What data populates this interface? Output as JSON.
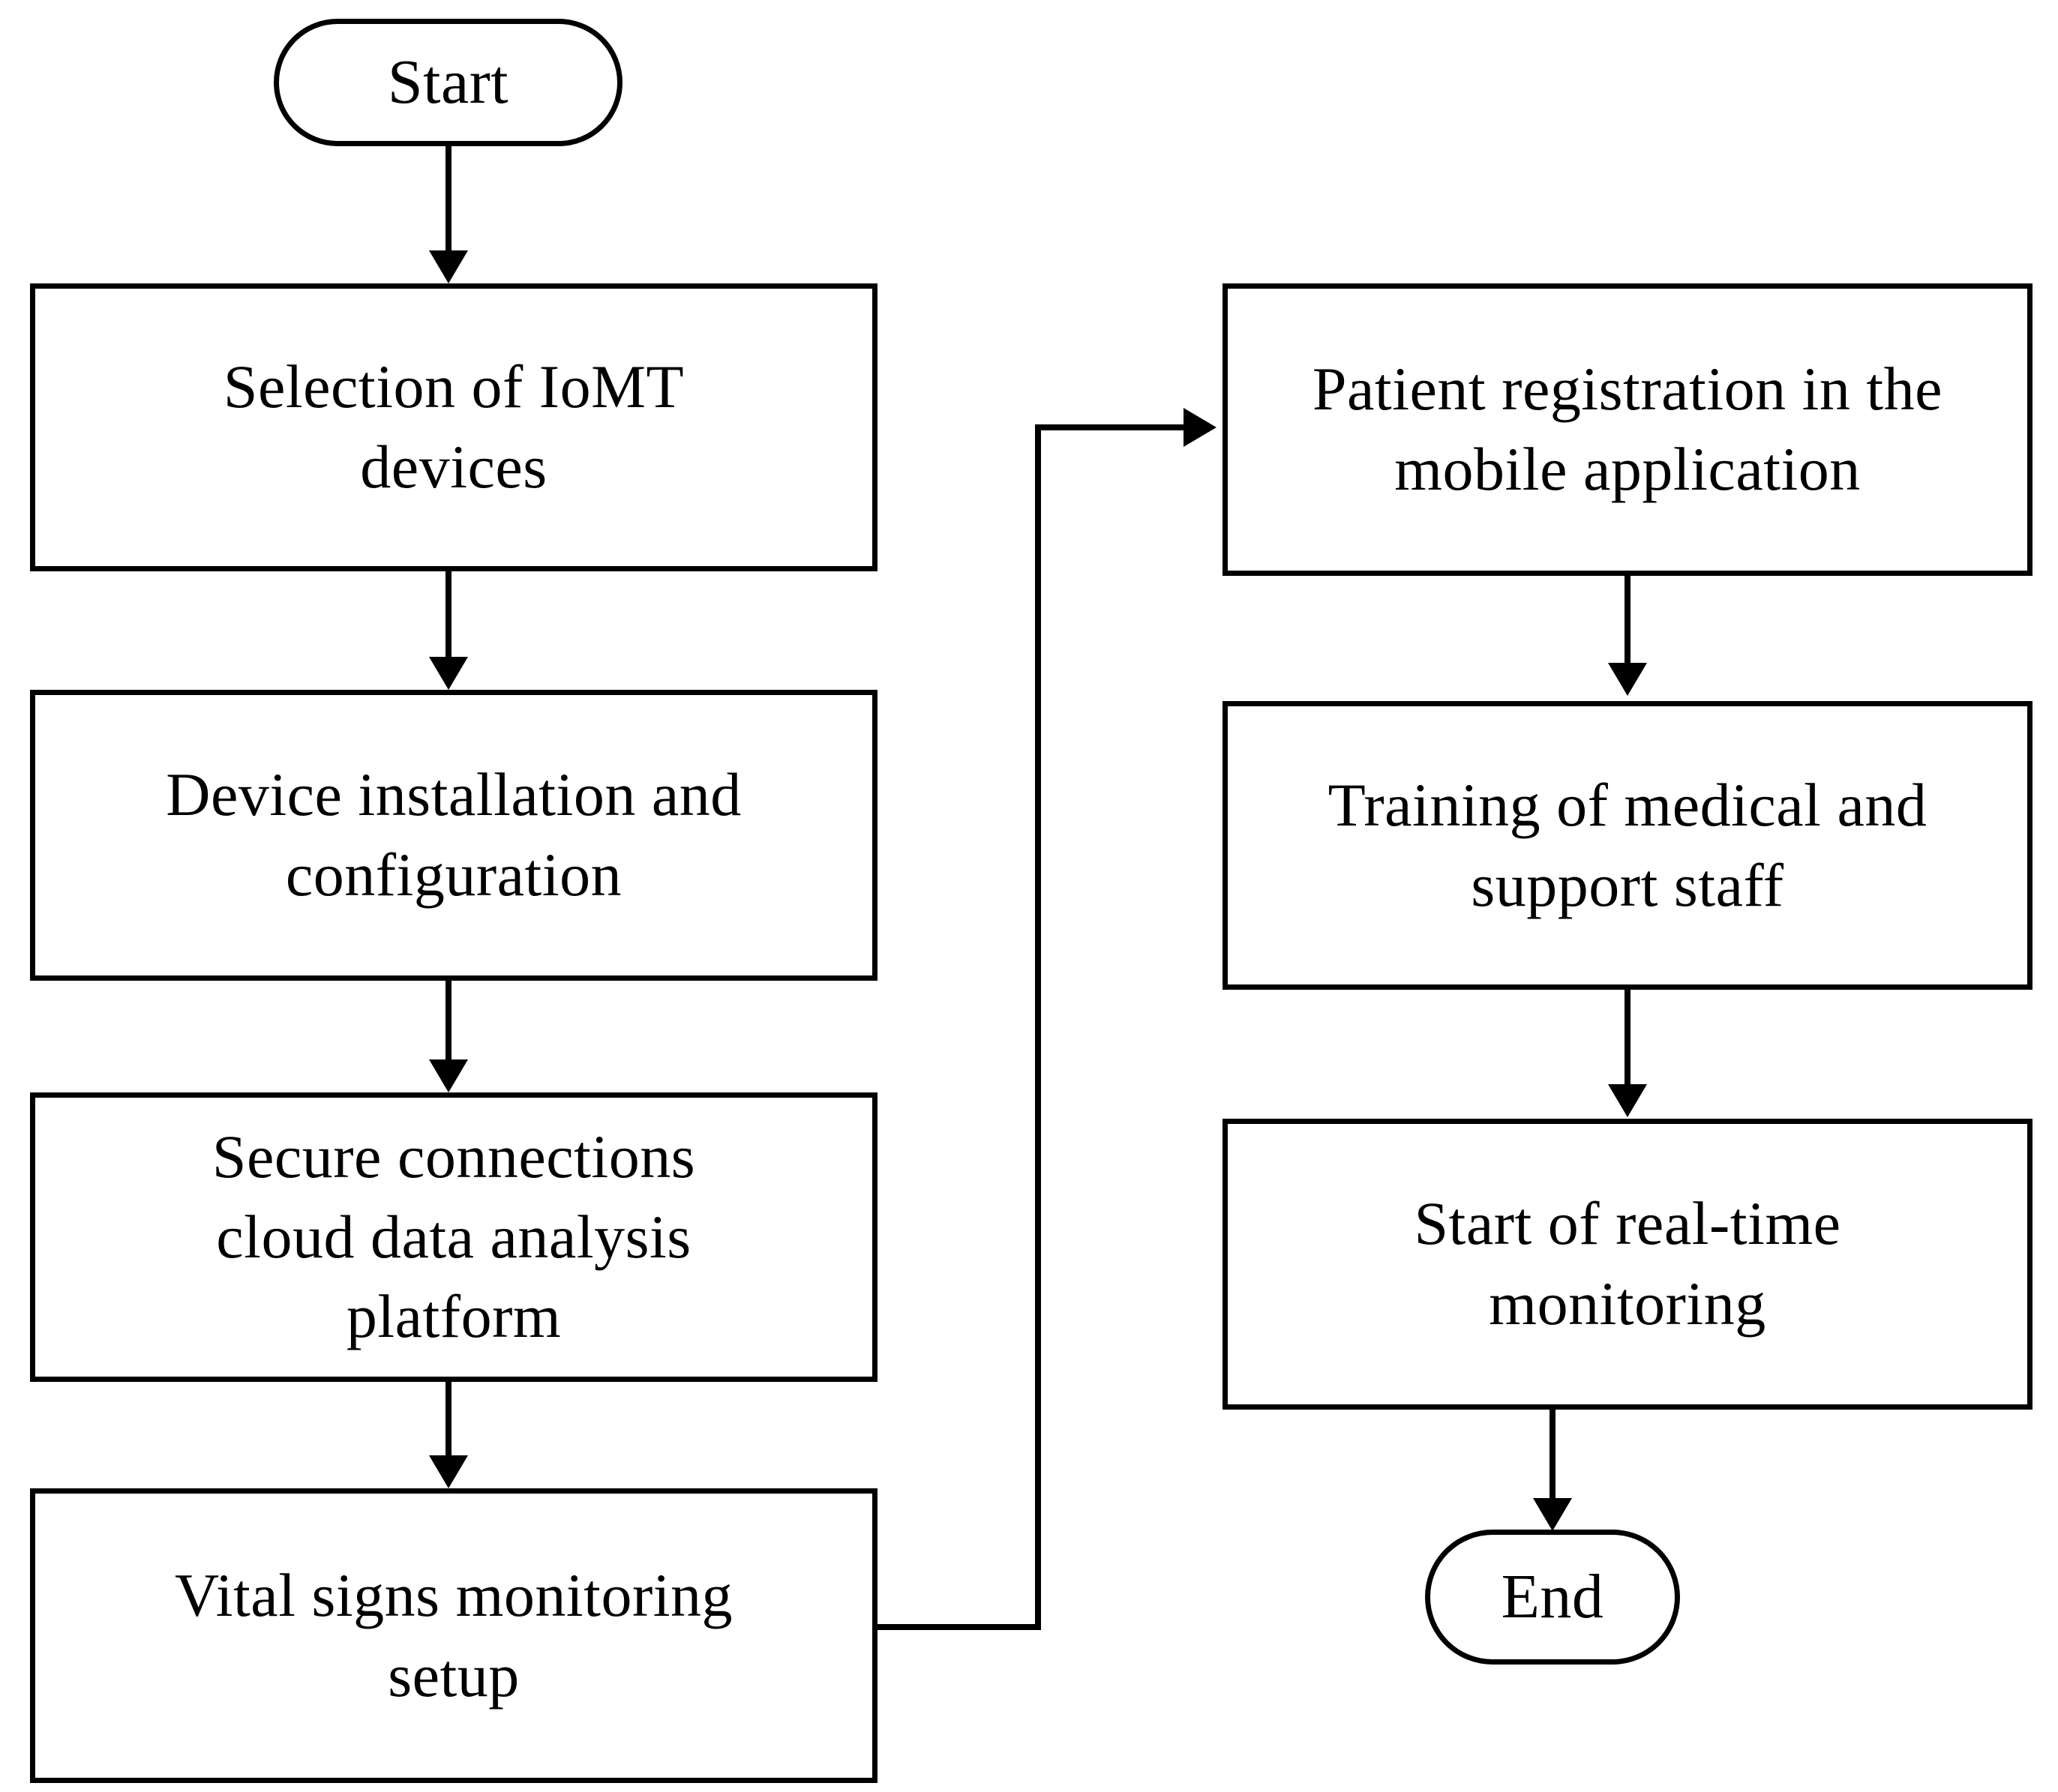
{
  "diagram": {
    "title": "IoMT remote patient monitoring implementation flowchart",
    "background_color": "#ffffff",
    "line_color": "#000000",
    "nodes": {
      "start": {
        "label": "Start",
        "shape": "terminator"
      },
      "selection_of_iomt_devices": {
        "label": "Selection of IoMT\ndevices",
        "shape": "process"
      },
      "device_installation": {
        "label": "Device installation and\nconfiguration",
        "shape": "process"
      },
      "secure_connections": {
        "label": "Secure connections\ncloud data analysis\nplatform",
        "shape": "process"
      },
      "vital_signs_setup": {
        "label": "Vital signs monitoring\nsetup",
        "shape": "process"
      },
      "patient_registration": {
        "label": "Patient registration in the\nmobile application",
        "shape": "process"
      },
      "training_staff": {
        "label": "Training of medical and\nsupport staff",
        "shape": "process"
      },
      "start_monitoring": {
        "label": "Start of real-time\nmonitoring",
        "shape": "process"
      },
      "end": {
        "label": "End",
        "shape": "terminator"
      }
    },
    "edges": [
      {
        "from": "start",
        "to": "selection_of_iomt_devices",
        "style": "vertical-arrow"
      },
      {
        "from": "selection_of_iomt_devices",
        "to": "device_installation",
        "style": "vertical-arrow"
      },
      {
        "from": "device_installation",
        "to": "secure_connections",
        "style": "vertical-arrow"
      },
      {
        "from": "secure_connections",
        "to": "vital_signs_setup",
        "style": "vertical-arrow"
      },
      {
        "from": "vital_signs_setup",
        "to": "patient_registration",
        "style": "elbow-right-up-arrow"
      },
      {
        "from": "patient_registration",
        "to": "training_staff",
        "style": "vertical-arrow"
      },
      {
        "from": "training_staff",
        "to": "start_monitoring",
        "style": "vertical-arrow"
      },
      {
        "from": "start_monitoring",
        "to": "end",
        "style": "vertical-arrow"
      }
    ]
  }
}
